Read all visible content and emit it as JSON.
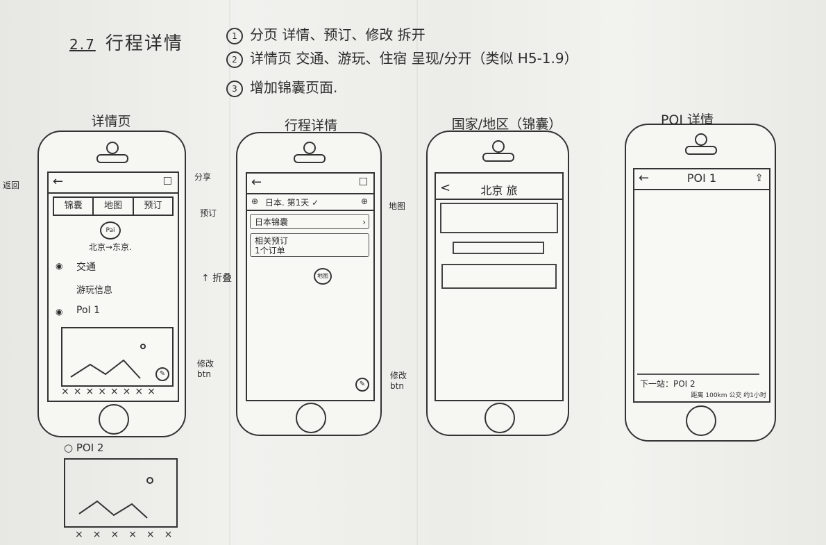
{
  "header": {
    "section_number": "2.7",
    "section_title": "行程详情",
    "notes": [
      {
        "mark": "1",
        "text": "分页  详情、预订、修改 拆开"
      },
      {
        "mark": "2",
        "text": "详情页  交通、游玩、住宿 呈现/分开（类似 H5-1.9）"
      },
      {
        "mark": "3",
        "text": "增加锦囊页面."
      }
    ]
  },
  "screens": [
    {
      "title": "详情页",
      "topbar": {
        "back_icon": "←",
        "right_icon": "☐"
      },
      "tabs": [
        "锦囊",
        "地图",
        "预订"
      ],
      "summary_badge": "Pai",
      "summary_text": "北京→东京.",
      "items": [
        {
          "icon": "◉",
          "label": "交通"
        },
        {
          "icon": "",
          "label": "游玩信息"
        },
        {
          "icon": "◉",
          "label": "PoI 1"
        }
      ],
      "x_marks": "××××××××",
      "edit_icon": "✎",
      "side_labels": {
        "left": "返回",
        "right": "分享",
        "edit": "修改 btn"
      }
    },
    {
      "title": "行程详情",
      "topbar": {
        "back_icon": "←",
        "right_icon": "☐"
      },
      "filter_row": {
        "text": "日本.  第1天 ✓",
        "left_icon": "⊕",
        "right_icon": "⊕"
      },
      "rows": [
        "日本锦囊",
        "相关预订\n1个订单"
      ],
      "center_badge": "地图",
      "side_labels": {
        "left": "预订",
        "right": "地图",
        "arrow": "↑ 折叠",
        "edit": "修改 btn"
      },
      "edit_icon": "✎"
    },
    {
      "title": "国家/地区（锦囊）",
      "topbar": {
        "back_icon": "<",
        "title": "北京  旅"
      }
    },
    {
      "title": "POI 详情",
      "topbar": {
        "back_icon": "←",
        "title": "POI 1",
        "right_icon": "⇪"
      },
      "next_text": "下一站：POI 2",
      "distance_text": "距离 100km  公交 约1小时"
    }
  ],
  "poi2": {
    "label": "POI 2",
    "x_marks": "××××××"
  }
}
